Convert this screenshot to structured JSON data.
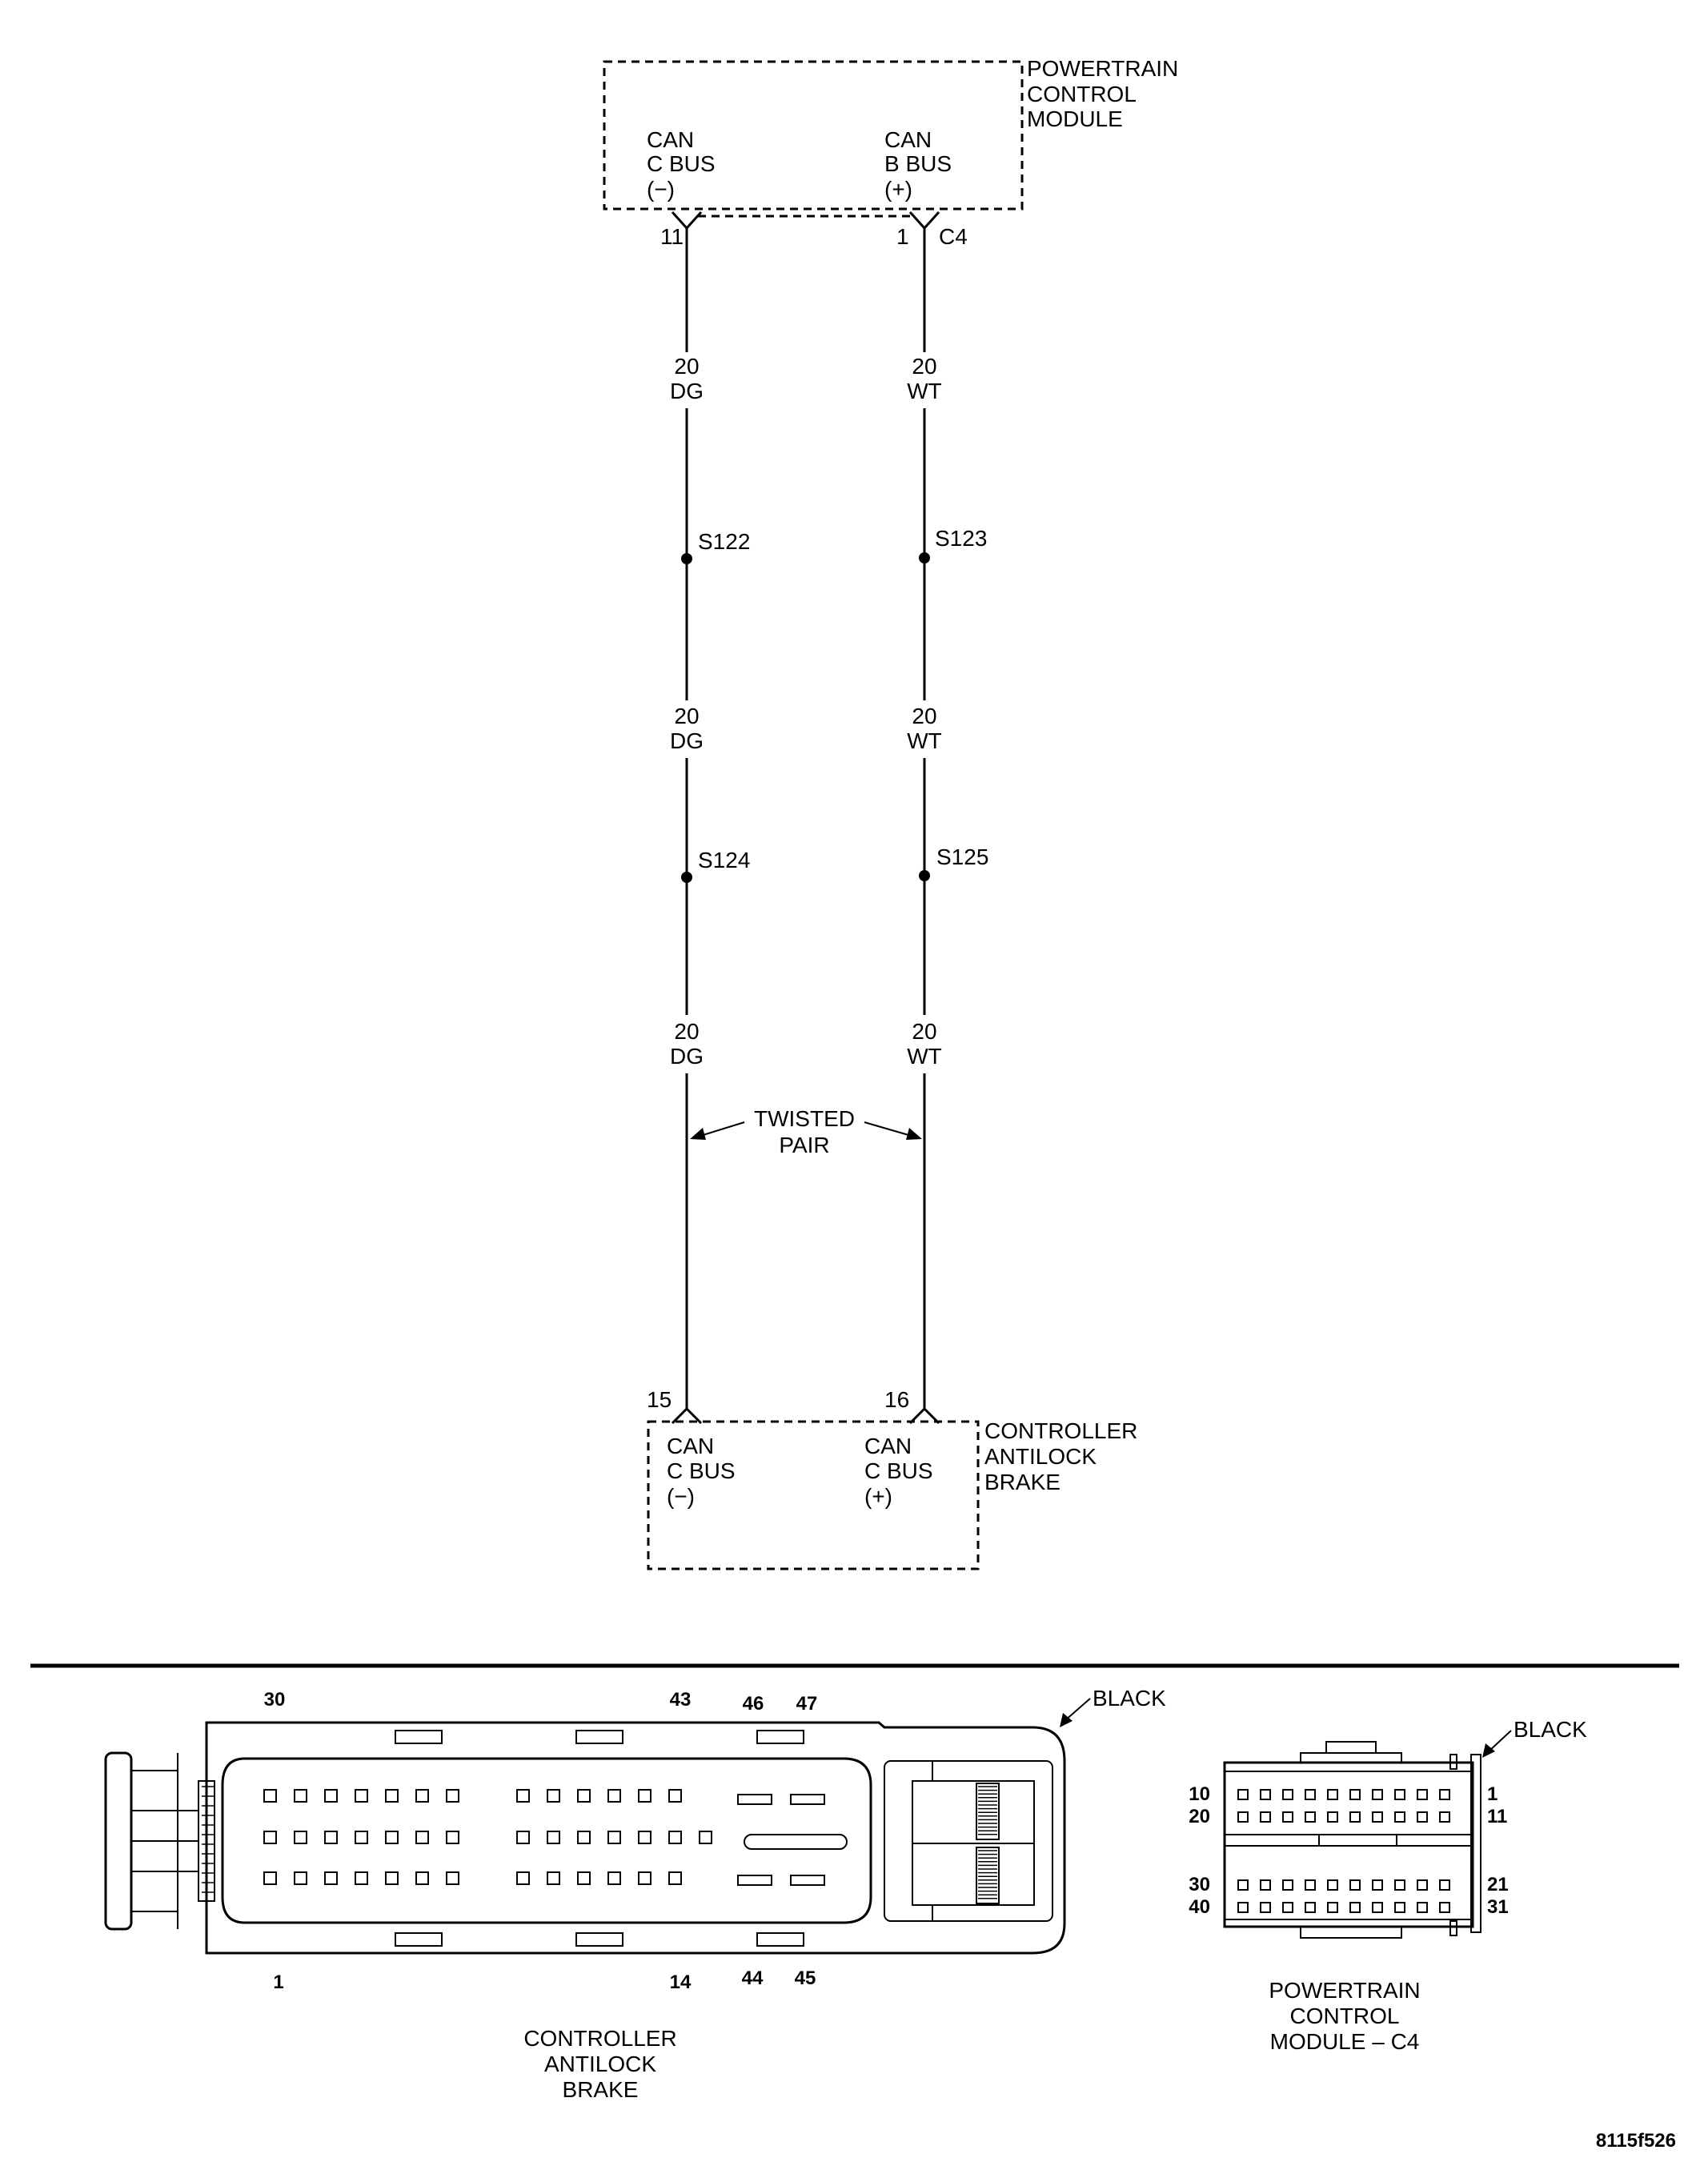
{
  "pcm": {
    "name_line1": "POWERTRAIN",
    "name_line2": "CONTROL",
    "name_line3": "MODULE",
    "left_pin_line1": "CAN",
    "left_pin_line2": "C BUS",
    "left_pin_line3": "(−)",
    "right_pin_line1": "CAN",
    "right_pin_line2": "B BUS",
    "right_pin_line3": "(+)",
    "left_cavity": "11",
    "right_cavity": "1",
    "connector": "C4"
  },
  "wires": {
    "left": {
      "gauge": "20",
      "color": "DG",
      "splice1": "S122",
      "splice2": "S124"
    },
    "right": {
      "gauge": "20",
      "color": "WT",
      "splice1": "S123",
      "splice2": "S125"
    },
    "twisted_line1": "TWISTED",
    "twisted_line2": "PAIR"
  },
  "abs": {
    "name_line1": "CONTROLLER",
    "name_line2": "ANTILOCK",
    "name_line3": "BRAKE",
    "left_cavity": "15",
    "right_cavity": "16",
    "left_pin_line1": "CAN",
    "left_pin_line2": "C BUS",
    "left_pin_line3": "(−)",
    "right_pin_line1": "CAN",
    "right_pin_line2": "C BUS",
    "right_pin_line3": "(+)"
  },
  "abs_connector": {
    "color": "BLACK",
    "pin_30": "30",
    "pin_43": "43",
    "pin_46": "46",
    "pin_47": "47",
    "pin_1": "1",
    "pin_14": "14",
    "pin_44": "44",
    "pin_45": "45",
    "caption_line1": "CONTROLLER",
    "caption_line2": "ANTILOCK",
    "caption_line3": "BRAKE"
  },
  "pcm_connector": {
    "color": "BLACK",
    "pin_10": "10",
    "pin_20": "20",
    "pin_1": "1",
    "pin_11": "11",
    "pin_30": "30",
    "pin_40": "40",
    "pin_21": "21",
    "pin_31": "31",
    "caption_line1": "POWERTRAIN",
    "caption_line2": "CONTROL",
    "caption_line3": "MODULE – C4"
  },
  "figure_id": "8115f526"
}
